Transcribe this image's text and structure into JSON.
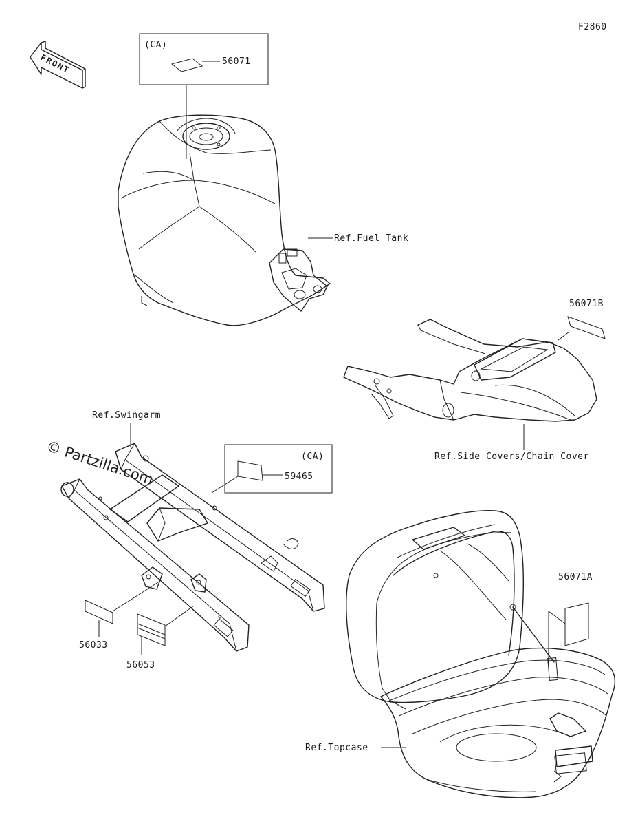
{
  "figure_code": "F2860",
  "front_arrow": {
    "label": "FRONT",
    "icon": "front-arrow-icon"
  },
  "watermark": "© Partzilla.com",
  "callouts": {
    "ca_top": "(CA)",
    "part_56071": "56071",
    "ref_fuel_tank": "Ref.Fuel Tank",
    "part_56071B": "56071B",
    "ref_side_covers": "Ref.Side Covers/Chain Cover",
    "ref_swingarm": "Ref.Swingarm",
    "ca_mid": "(CA)",
    "part_59465": "59465",
    "part_56071A": "56071A",
    "part_56033": "56033",
    "part_56053": "56053",
    "ref_topcase": "Ref.Topcase"
  }
}
